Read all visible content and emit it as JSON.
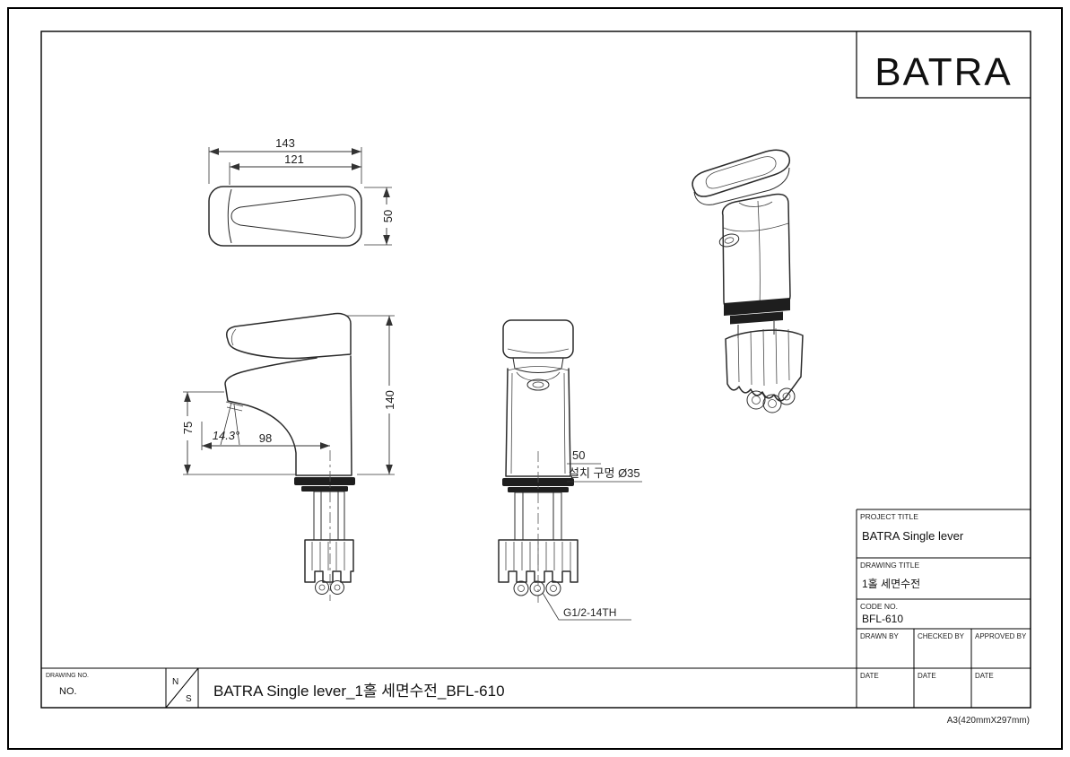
{
  "colors": {
    "ink": "#1a1a1a",
    "background": "#ffffff"
  },
  "brand": {
    "logo_text": "BATRA"
  },
  "sheet": {
    "paper_size_note": "A3(420mmX297mm)"
  },
  "title_block": {
    "project_title_label": "PROJECT TITLE",
    "project_title_value": "BATRA Single lever",
    "drawing_title_label": "DRAWING TITLE",
    "drawing_title_value": "1홀 세면수전",
    "code_no_label": "CODE NO.",
    "code_no_value": "BFL-610",
    "drawn_by_label": "DRAWN BY",
    "checked_by_label": "CHECKED BY",
    "approved_by_label": "APPROVED BY",
    "date_label": "DATE"
  },
  "bottom_bar": {
    "drawing_no_label": "DRAWING NO.",
    "drawing_no_value": "NO.",
    "scale_top": "N",
    "scale_bottom": "S",
    "drawing_title": "BATRA Single lever_1홀 세면수전_BFL-610"
  },
  "dims": {
    "top_width_outer": "143",
    "top_width_inner": "121",
    "top_depth": "50",
    "spout_height": "75",
    "spout_angle": "14.3°",
    "spout_reach": "98",
    "total_height": "140",
    "deck_thickness": "50",
    "install_hole_note": "설치 구멍 Ø35",
    "thread_spec": "G1/2-14TH"
  }
}
